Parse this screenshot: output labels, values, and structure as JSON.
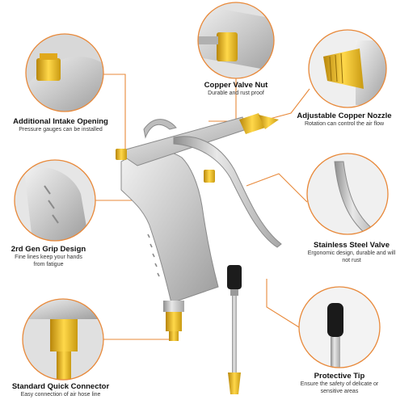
{
  "accent_color": "#e8893a",
  "callouts": [
    {
      "id": "intake",
      "title": "Additional Intake Opening",
      "subtitle": "Pressure gauges can be installed",
      "icon": "intake-opening-closeup"
    },
    {
      "id": "valve-nut",
      "title": "Copper Valve Nut",
      "subtitle": "Durable and rust proof",
      "icon": "copper-valve-nut-closeup"
    },
    {
      "id": "nozzle",
      "title": "Adjustable Copper Nozzle",
      "subtitle": "Rotation can control the air flow",
      "icon": "copper-nozzle-closeup"
    },
    {
      "id": "grip",
      "title": "2rd Gen Grip Design",
      "subtitle": "Fine lines keep your hands from fatigue",
      "icon": "grip-closeup"
    },
    {
      "id": "valve",
      "title": "Stainless Steel Valve",
      "subtitle": "Ergonomic design, durable and will not rust",
      "icon": "steel-valve-closeup"
    },
    {
      "id": "connector",
      "title": "Standard Quick Connector",
      "subtitle": "Easy connection of air hose line",
      "icon": "quick-connector-closeup"
    },
    {
      "id": "tip",
      "title": "Protective Tip",
      "subtitle": "Ensure the safety of delicate or sensitive areas",
      "icon": "protective-tip-closeup"
    }
  ]
}
